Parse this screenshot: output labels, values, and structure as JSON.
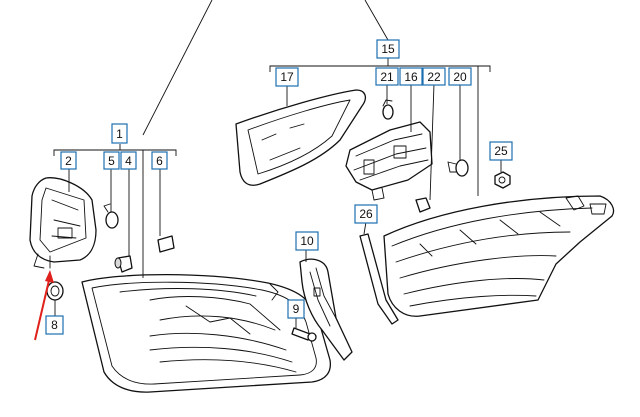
{
  "diagram": {
    "callouts": {
      "c1": "1",
      "c2": "2",
      "c4": "4",
      "c5": "5",
      "c6": "6",
      "c8": "8",
      "c9": "9",
      "c10": "10",
      "c15": "15",
      "c16": "16",
      "c17": "17",
      "c20": "20",
      "c21": "21",
      "c22": "22",
      "c25": "25",
      "c26": "26"
    },
    "colors": {
      "callout_border": "#1d6fb0",
      "line": "#111111",
      "indicator_arrow": "#e0201a"
    }
  }
}
